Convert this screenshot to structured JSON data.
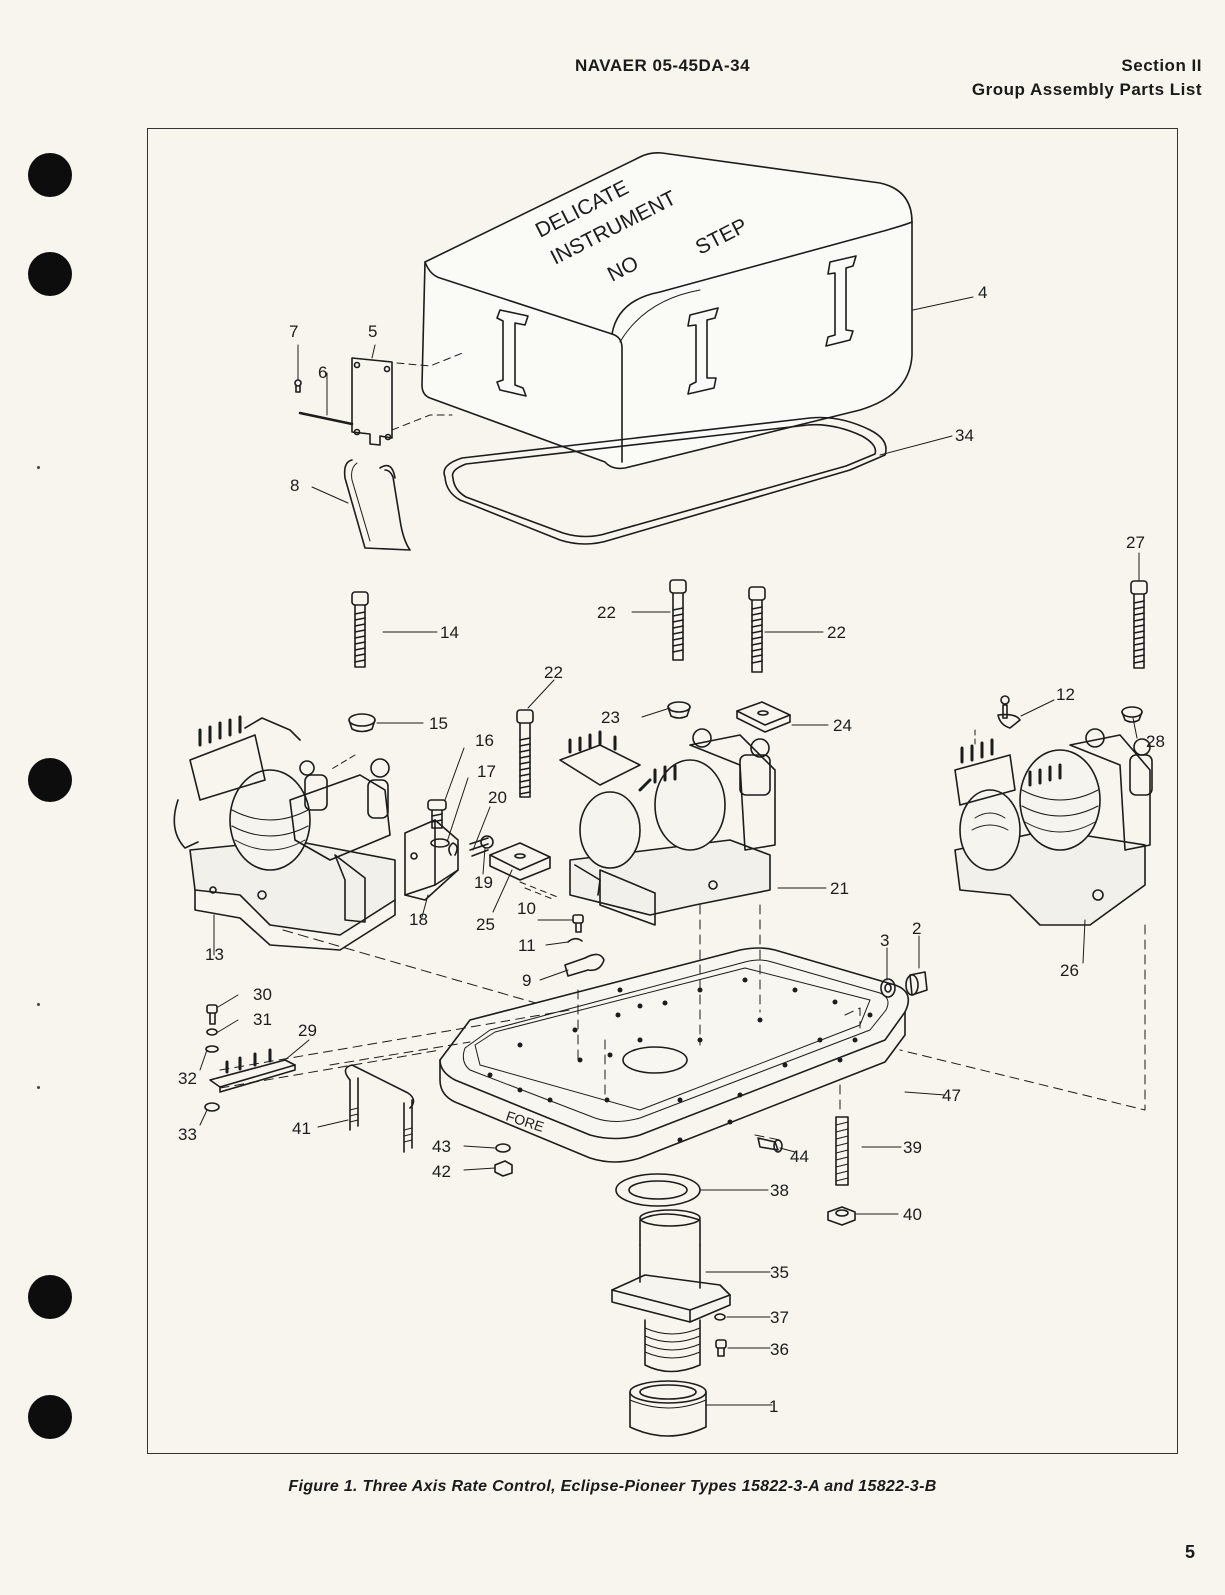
{
  "header": {
    "doc_id": "NAVAER 05-45DA-34",
    "section": "Section II",
    "section_title": "Group Assembly Parts List"
  },
  "cover_text": {
    "line1": "DELICATE",
    "line2": "INSTRUMENT",
    "line3": "NO",
    "line4": "STEP"
  },
  "plate_text": "FORE",
  "callouts": [
    "1",
    "2",
    "3",
    "4",
    "5",
    "6",
    "7",
    "8",
    "9",
    "10",
    "11",
    "12",
    "13",
    "14",
    "15",
    "16",
    "17",
    "18",
    "19",
    "20",
    "21",
    "22",
    "22",
    "22",
    "23",
    "24",
    "25",
    "26",
    "27",
    "28",
    "29",
    "30",
    "31",
    "32",
    "33",
    "34",
    "35",
    "36",
    "37",
    "38",
    "39",
    "40",
    "41",
    "42",
    "43",
    "44",
    "47"
  ],
  "caption": "Figure 1.  Three Axis Rate Control, Eclipse-Pioneer Types 15822-3-A and 15822-3-B",
  "page_number": "5"
}
